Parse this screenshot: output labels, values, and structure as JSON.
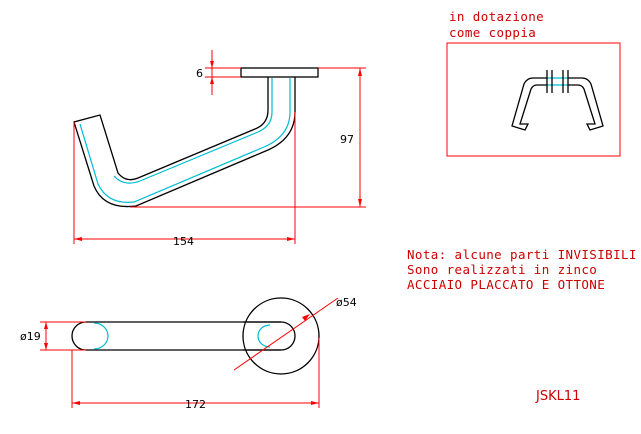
{
  "drawing": {
    "dimensions": {
      "rose_thickness": "6",
      "height": "97",
      "side_length": "154",
      "bar_diameter": "ø19",
      "rose_diameter": "ø54",
      "total_length": "172"
    },
    "supply_note": {
      "line1": "in dotazione",
      "line2": "come coppia"
    },
    "note": {
      "line1": "Nota: alcune parti INVISIBILI",
      "line2": "Sono realizzati in zinco",
      "line3": "ACCIAIO PLACCATO E OTTONE"
    },
    "code": "JSKL11"
  },
  "colors": {
    "dimension_lines": "#ff0000",
    "outline": "#000000",
    "hidden_edges": "#00bcd4",
    "text_note": "#cc0000"
  }
}
